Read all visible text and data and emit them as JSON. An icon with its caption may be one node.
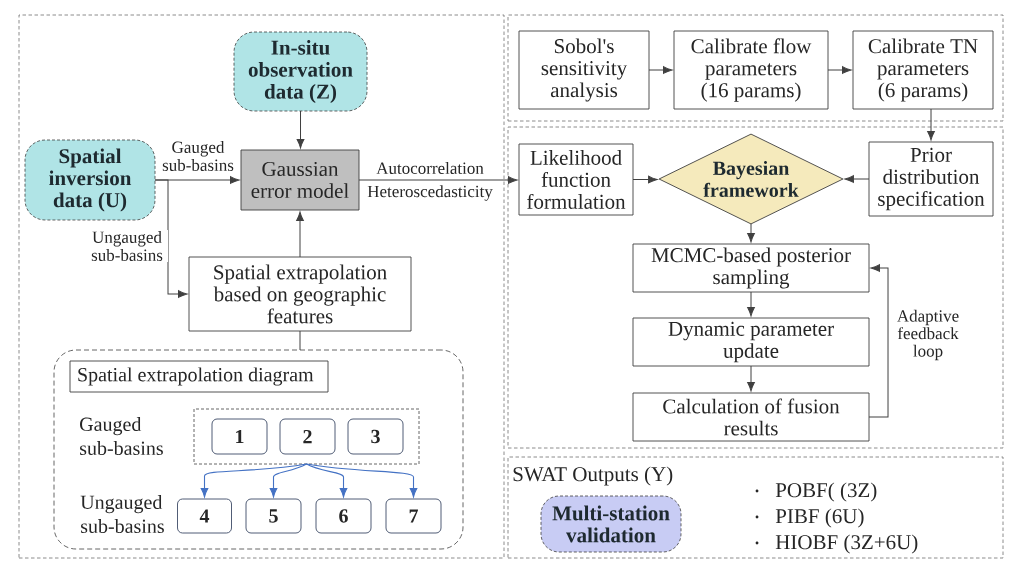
{
  "diagram": {
    "nodes": [
      {
        "text": [],
        "shape": "box"
      },
      {
        "text": [
          "In-situ observation data (Z)"
        ],
        "in": 0
      },
      {
        "text": [
          "Spatial inversion data (U)"
        ],
        "in": 0
      },
      {
        "text": [
          "Gaussian error model"
        ],
        "in": 0
      },
      {
        "text": [
          "Spatial extrapolation based on geographic features"
        ],
        "in": 0
      },
      {
        "text": [],
        "shape": "box",
        "in": 0
      },
      {
        "text": [
          "Spatial extrapolation diagram"
        ],
        "in": 5
      },
      {
        "text": [],
        "shape": "box",
        "in": 5
      },
      {
        "text": [
          "1"
        ],
        "in": 7
      },
      {
        "text": [
          "2"
        ],
        "in": 7
      },
      {
        "text": [
          "3"
        ],
        "in": 7
      },
      {
        "text": [
          "4"
        ],
        "in": 5
      },
      {
        "text": [
          "5"
        ],
        "in": 5
      },
      {
        "text": [
          "6"
        ],
        "in": 5
      },
      {
        "text": [
          "7"
        ],
        "in": 5
      },
      {
        "text": [],
        "shape": "box"
      },
      {
        "text": [
          "Sobol's sensitivity analysis"
        ],
        "in": 15
      },
      {
        "text": [
          "Calibrate flow parameters (16 params)"
        ],
        "in": 15
      },
      {
        "text": [
          "Calibrate TN parameters (6 params)"
        ],
        "in": 15
      },
      {
        "text": [],
        "shape": "box"
      },
      {
        "text": [
          "Likelihood function formulation"
        ],
        "in": 19
      },
      {
        "text": [
          "Bayesian framework"
        ],
        "in": 19
      },
      {
        "text": [
          "Prior distribution specification"
        ],
        "in": 19
      },
      {
        "text": [
          "MCMC-based posterior sampling"
        ],
        "in": 19
      },
      {
        "text": [
          "Dynamic parameter update"
        ],
        "in": 19
      },
      {
        "text": [
          "Calculation of fusion results"
        ],
        "in": 19
      },
      {
        "text": [
          "SWAT Outputs (Y)"
        ]
      },
      {
        "text": [
          "Multi-station validation"
        ],
        "in": 26
      }
    ],
    "edges": [
      {
        "from": 1,
        "to": 3,
        "arrow": "to"
      },
      {
        "from": 2,
        "to": 3,
        "arrow": "to",
        "label": "Gauged sub-basins"
      },
      {
        "from": 2,
        "to": 4,
        "arrow": "to",
        "label": "Ungauged sub-basins"
      },
      {
        "from": 4,
        "to": 3,
        "arrow": "to"
      },
      {
        "from": 4,
        "to": 5,
        "arrow": "none"
      },
      {
        "from": 3,
        "to": 20,
        "arrow": "to",
        "label": "Autocorrelation"
      },
      {
        "from": 7,
        "to": 11,
        "arrow": "to",
        "color": "#4472c4"
      },
      {
        "from": 7,
        "to": 12,
        "arrow": "to",
        "color": "#4472c4"
      },
      {
        "from": 7,
        "to": 13,
        "arrow": "to",
        "color": "#4472c4"
      },
      {
        "from": 7,
        "to": 14,
        "arrow": "to",
        "color": "#4472c4"
      },
      {
        "from": 16,
        "to": 17,
        "arrow": "to"
      },
      {
        "from": 17,
        "to": 18,
        "arrow": "to"
      },
      {
        "from": 18,
        "to": 22,
        "arrow": "to"
      },
      {
        "from": 20,
        "to": 21,
        "arrow": "to"
      },
      {
        "from": 22,
        "to": 21,
        "arrow": "to"
      },
      {
        "from": 21,
        "to": 23,
        "arrow": "to"
      },
      {
        "from": 23,
        "to": 24,
        "arrow": "to"
      },
      {
        "from": 24,
        "to": 25,
        "arrow": "to"
      },
      {
        "from": 25,
        "to": 23,
        "arrow": "to",
        "label": "Adaptive feedback loop"
      }
    ],
    "labels": [
      "Heteroscedasticity",
      "Gauged sub-basins",
      "Ungauged sub-basins",
      "POBF( (3Z)",
      "PIBF (6U)",
      "HIOBF (3Z+6U)"
    ]
  }
}
